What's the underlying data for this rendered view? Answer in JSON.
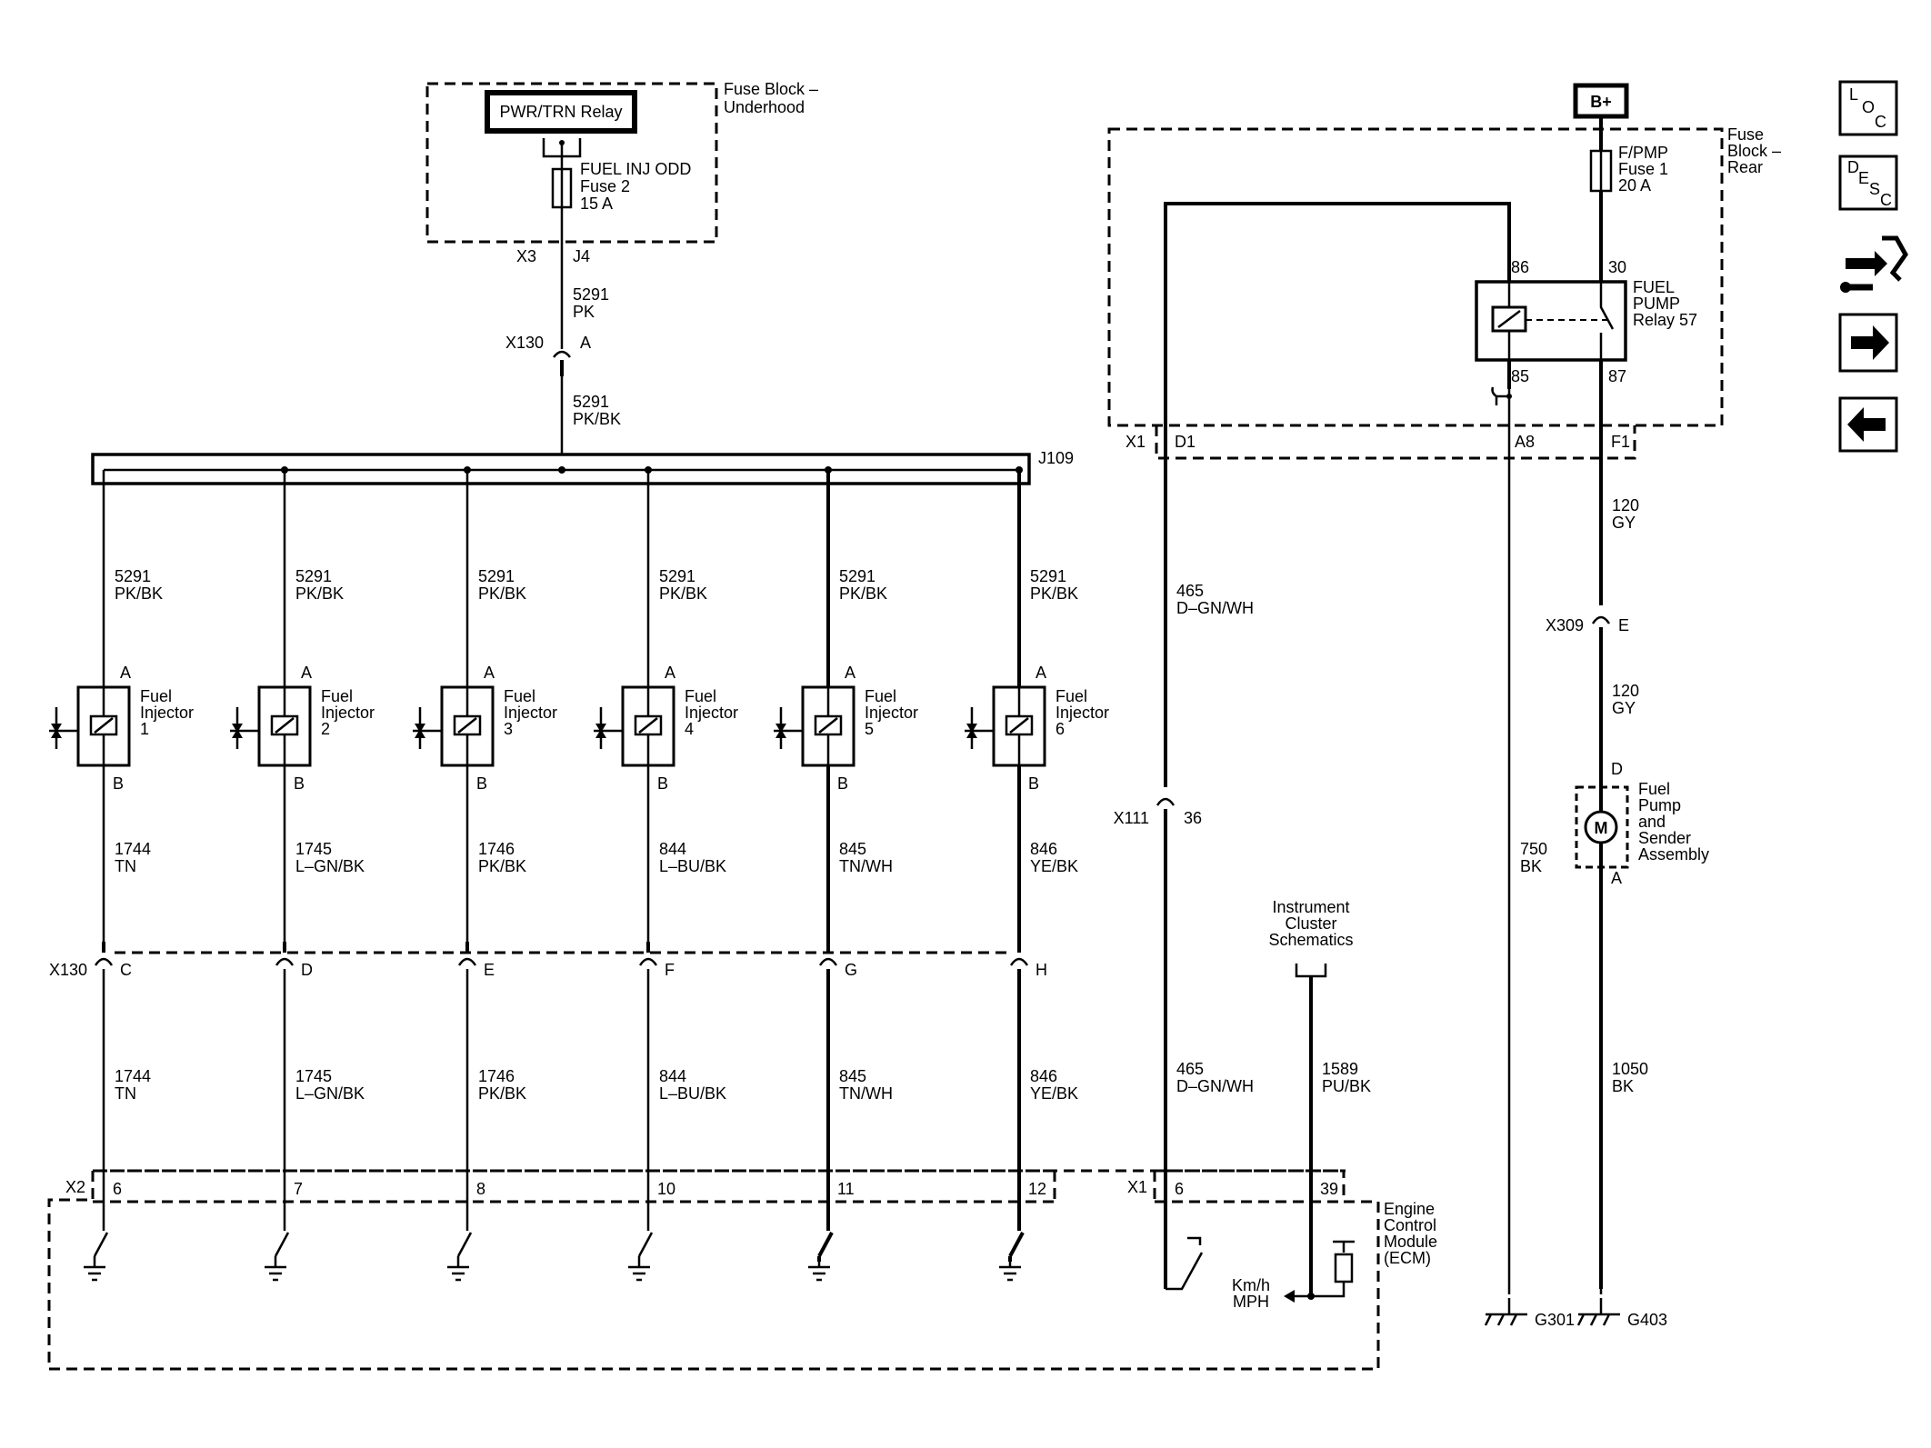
{
  "fuse_block_underhood": {
    "label": [
      "Fuse Block –",
      "Underhood"
    ],
    "relay": "PWR/TRN Relay",
    "fuse": [
      "FUEL INJ ODD",
      "Fuse 2",
      "15 A"
    ],
    "pin_x3": "X3",
    "pin_j4": "J4"
  },
  "feed": {
    "wire1": [
      "5291",
      "PK"
    ],
    "conn_x130": "X130",
    "conn_a": "A",
    "wire2": [
      "5291",
      "PK/BK"
    ],
    "splice": "J109"
  },
  "injectors": [
    {
      "feed": [
        "5291",
        "PK/BK"
      ],
      "pin_a": "A",
      "pin_b": "B",
      "label": [
        "Fuel",
        "Injector",
        "1"
      ],
      "ctrl": [
        "1744",
        "TN"
      ],
      "conn_pin": "C",
      "ecm_pin": "6"
    },
    {
      "feed": [
        "5291",
        "PK/BK"
      ],
      "pin_a": "A",
      "pin_b": "B",
      "label": [
        "Fuel",
        "Injector",
        "2"
      ],
      "ctrl": [
        "1745",
        "L–GN/BK"
      ],
      "conn_pin": "D",
      "ecm_pin": "7"
    },
    {
      "feed": [
        "5291",
        "PK/BK"
      ],
      "pin_a": "A",
      "pin_b": "B",
      "label": [
        "Fuel",
        "Injector",
        "3"
      ],
      "ctrl": [
        "1746",
        "PK/BK"
      ],
      "conn_pin": "E",
      "ecm_pin": "8"
    },
    {
      "feed": [
        "5291",
        "PK/BK"
      ],
      "pin_a": "A",
      "pin_b": "B",
      "label": [
        "Fuel",
        "Injector",
        "4"
      ],
      "ctrl": [
        "844",
        "L–BU/BK"
      ],
      "conn_pin": "F",
      "ecm_pin": "10"
    },
    {
      "feed": [
        "5291",
        "PK/BK"
      ],
      "pin_a": "A",
      "pin_b": "B",
      "label": [
        "Fuel",
        "Injector",
        "5"
      ],
      "ctrl": [
        "845",
        "TN/WH"
      ],
      "conn_pin": "G",
      "ecm_pin": "11"
    },
    {
      "feed": [
        "5291",
        "PK/BK"
      ],
      "pin_a": "A",
      "pin_b": "B",
      "label": [
        "Fuel",
        "Injector",
        "6"
      ],
      "ctrl": [
        "846",
        "YE/BK"
      ],
      "conn_pin": "H",
      "ecm_pin": "12"
    }
  ],
  "x130_lower": "X130",
  "ecm": {
    "label": [
      "Engine",
      "Control",
      "Module",
      "(ECM)"
    ],
    "conn_x2": "X2",
    "conn_x1": "X1",
    "pin_6": "6",
    "pin_39": "39",
    "kmh": [
      "Km/h",
      "MPH"
    ]
  },
  "relay_ctrl": {
    "wire": [
      "465",
      "D–GN/WH"
    ],
    "conn_x111": "X111",
    "pin_36": "36"
  },
  "instrument": {
    "label": [
      "Instrument",
      "Cluster",
      "Schematics"
    ],
    "wire": [
      "1589",
      "PU/BK"
    ]
  },
  "fuse_block_rear": {
    "label": [
      "Fuse",
      "Block –",
      "Rear"
    ],
    "battery": "B+",
    "fuse": [
      "F/PMP",
      "Fuse 1",
      "20 A"
    ],
    "relay": [
      "FUEL",
      "PUMP",
      "Relay 57"
    ],
    "pin_86": "86",
    "pin_30": "30",
    "pin_85": "85",
    "pin_87": "87",
    "conn_x1": "X1",
    "pin_d1": "D1",
    "pin_a8": "A8",
    "pin_f1": "F1"
  },
  "ground_750": {
    "wire": [
      "750",
      "BK"
    ],
    "ground": "G301"
  },
  "pump": {
    "wire1": [
      "120",
      "GY"
    ],
    "conn_x309": "X309",
    "conn_e": "E",
    "wire2": [
      "120",
      "GY"
    ],
    "pin_d": "D",
    "pin_a": "A",
    "motor": "M",
    "label": [
      "Fuel",
      "Pump",
      "and",
      "Sender",
      "Assembly"
    ],
    "wire3": [
      "1050",
      "BK"
    ],
    "ground": "G403"
  },
  "nav": {
    "loc": [
      "L",
      "O",
      "C"
    ],
    "desc": [
      "D",
      "E",
      "S",
      "C"
    ],
    "connector_icon": "connector-wrench-icon",
    "next_icon": "arrow-right-icon",
    "prev_icon": "arrow-left-icon"
  }
}
